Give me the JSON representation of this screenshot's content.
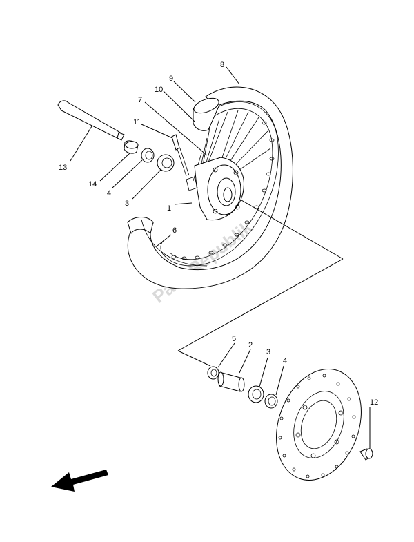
{
  "diagram": {
    "watermark": "PartsRepublik",
    "callouts": {
      "rim": "1",
      "spacer_flange": "2",
      "bearing_left": "3",
      "bearing_right": "3",
      "oil_seal_left": "4",
      "oil_seal_right": "4",
      "oil_seal_5": "5",
      "rim_band": "6",
      "spoke": "7",
      "tire": "8",
      "tube": "9",
      "valve_nut": "10",
      "valve": "11",
      "bolt": "12",
      "axle": "13",
      "collar": "14"
    },
    "direction_arrow": "front-arrow-icon"
  }
}
